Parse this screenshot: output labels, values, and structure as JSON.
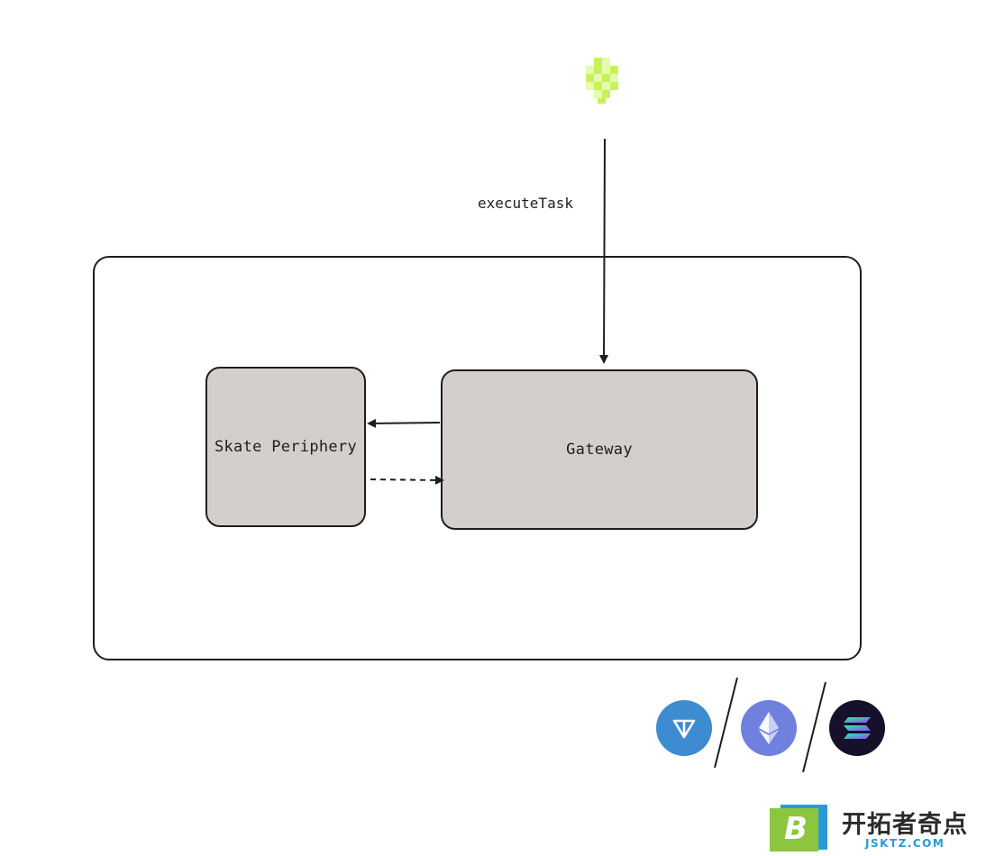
{
  "diagram": {
    "nodes": {
      "skate_periphery": "Skate Periphery",
      "gateway": "Gateway"
    },
    "edges": {
      "execute_task_label": "executeTask"
    },
    "chains": [
      {
        "name": "ton-icon"
      },
      {
        "name": "ethereum-icon"
      },
      {
        "name": "solana-icon"
      }
    ]
  },
  "watermark": {
    "cn_text": "开拓者奇点",
    "en_text": "JSKTZ.COM"
  },
  "colors": {
    "node_fill": "#d5cfcc",
    "stroke": "#1e1e1e",
    "skate_logo": "#c8f25a",
    "ton_blue": "#3d8bd1",
    "eth_purple": "#6f80df",
    "sol_dark": "#17102a"
  }
}
